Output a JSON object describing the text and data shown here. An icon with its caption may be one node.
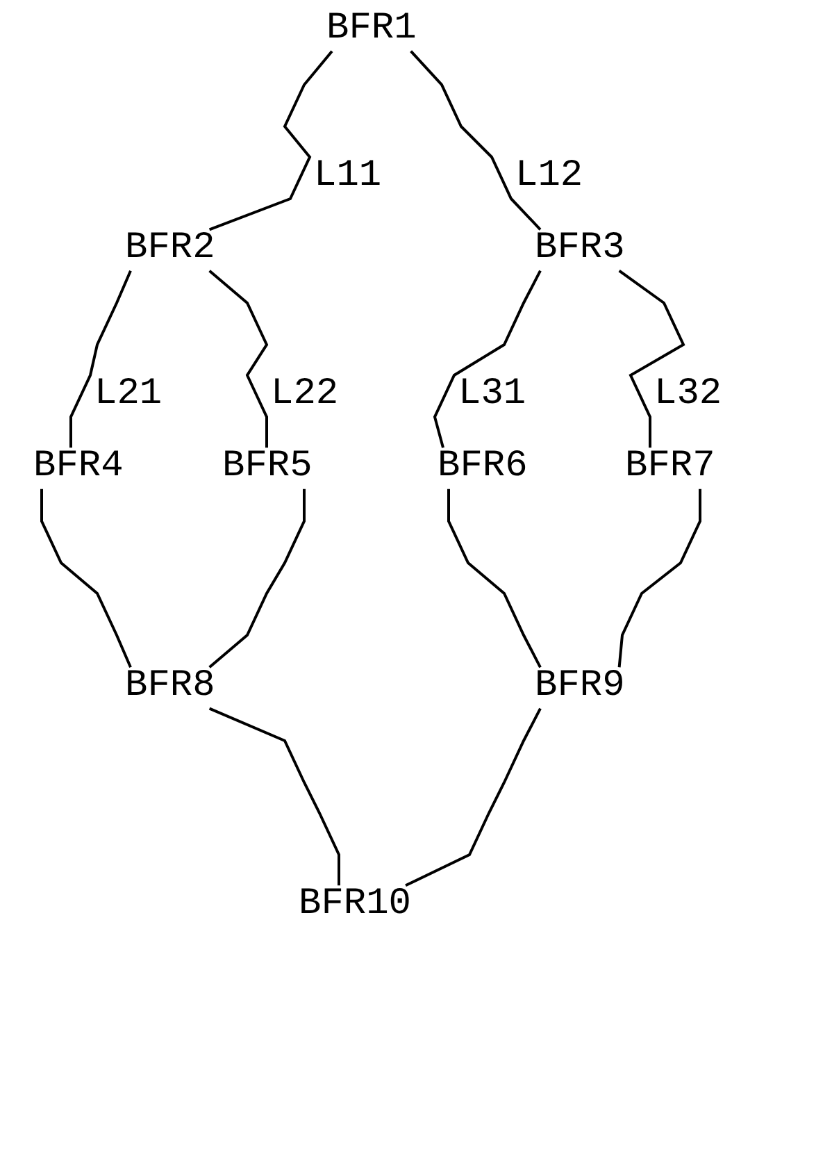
{
  "diagram": {
    "nodes": [
      {
        "text": [
          "BFR1"
        ]
      },
      {
        "text": [
          "BFR2"
        ]
      },
      {
        "text": [
          "BFR3"
        ]
      },
      {
        "text": [
          "BFR4"
        ]
      },
      {
        "text": [
          "BFR5"
        ]
      },
      {
        "text": [
          "BFR6"
        ]
      },
      {
        "text": [
          "BFR7"
        ]
      },
      {
        "text": [
          "BFR8"
        ]
      },
      {
        "text": [
          "BFR9"
        ]
      },
      {
        "text": [
          "BFR10"
        ]
      }
    ],
    "edges": [
      {
        "from": 0,
        "to": 1,
        "arrow": "none",
        "label": "L11"
      },
      {
        "from": 0,
        "to": 2,
        "arrow": "none",
        "label": "L12"
      },
      {
        "from": 1,
        "to": 3,
        "arrow": "none",
        "label": "L21"
      },
      {
        "from": 1,
        "to": 4,
        "arrow": "none",
        "label": "L22"
      },
      {
        "from": 2,
        "to": 5,
        "arrow": "none",
        "label": "L31"
      },
      {
        "from": 2,
        "to": 6,
        "arrow": "none",
        "label": "L32"
      },
      {
        "from": 3,
        "to": 7,
        "arrow": "none"
      },
      {
        "from": 4,
        "to": 7,
        "arrow": "none"
      },
      {
        "from": 5,
        "to": 8,
        "arrow": "none"
      },
      {
        "from": 6,
        "to": 8,
        "arrow": "none"
      },
      {
        "from": 7,
        "to": 9,
        "arrow": "none"
      },
      {
        "from": 8,
        "to": 9,
        "arrow": "none"
      }
    ]
  }
}
